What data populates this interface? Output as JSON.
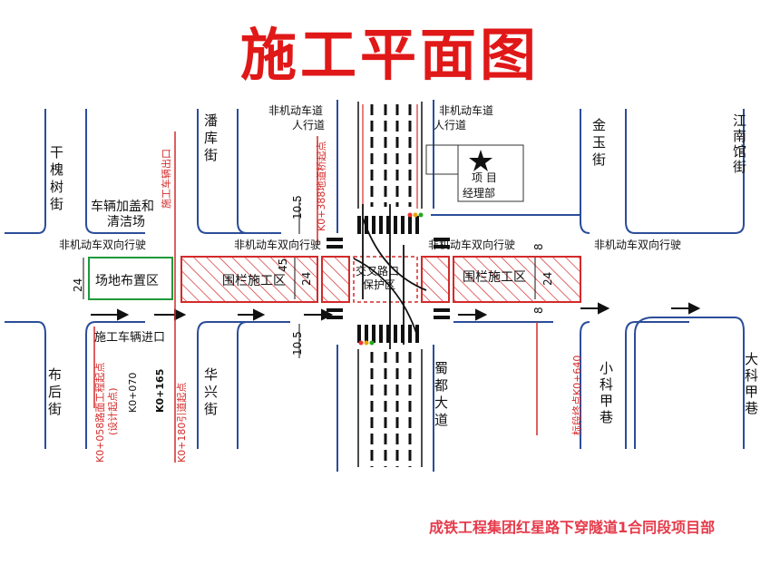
{
  "title": "施工平面图",
  "footer": "成铁工程集团红星路下穿隧道1合同段项目部",
  "streets": {
    "gan_huai_shu": "干槐树街",
    "pan_ku": "潘库街",
    "jin_yu": "金玉街",
    "jiang_nan_guan": "江南馆街",
    "bu_hou": "布后街",
    "hua_xing": "华兴街",
    "shu_du": "蜀都大道",
    "xiao_ke_jia": "小科甲巷",
    "da_ke_jia": "大科甲巷"
  },
  "labels": {
    "nonmotor_left": "非机动车双向行驶",
    "nonmotor_mid": "非机动车双向行驶",
    "nonmotor_right1": "非机动车双向行驶",
    "nonmotor_right2": "非机动车双向行驶",
    "nonmotor_ped_left_1": "非机动车道",
    "nonmotor_ped_left_2": "人行道",
    "nonmotor_ped_right_1": "非机动车道",
    "nonmotor_ped_right_2": "人行道",
    "project_office_1": "项  目",
    "project_office_2": "经理部",
    "vehicle_wash": "车辆加盖和",
    "vehicle_wash_2": "清洁场",
    "site_layout": "场地布置区",
    "fence_zone_left": "围栏施工区",
    "fence_zone_right": "围栏施工区",
    "protection_zone_1": "交叉路口",
    "protection_zone_2": "保护区",
    "construction_exit": "施工车辆出口",
    "construction_entry": "施工车辆进口",
    "k0_070": "K0+070",
    "k0_165": "K0+165",
    "k0_058": "K0+058路面工程起点",
    "k0_058_sub": "(设计起点)",
    "k0_180": "K0+180引道起点",
    "k0_388": "K0+388地道桥起点",
    "k0_640": "标段终点K0+640"
  },
  "dimensions": {
    "d24_left": "24",
    "d24_right": "24",
    "d24_mid": "24",
    "d45": "45",
    "d10_5_top": "10.5",
    "d10_5_bottom": "10.5",
    "d8_top": "8",
    "d8_bottom": "8"
  },
  "colors": {
    "road_edge": "#2b4d9a",
    "construction": "#d42a2a",
    "green_zone": "#1f9a3a",
    "text": "#111111",
    "title": "#e01818"
  }
}
